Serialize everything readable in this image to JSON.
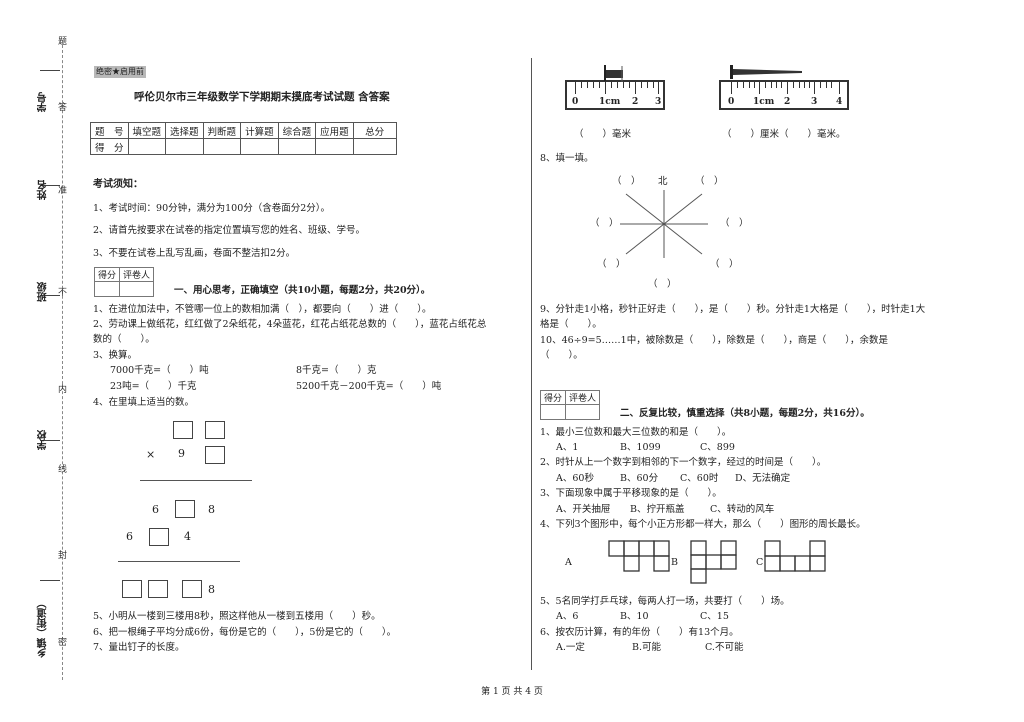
{
  "margin": {
    "labels": [
      "学号",
      "姓名",
      "班级",
      "学校",
      "乡镇（街道）"
    ],
    "seal_chars": [
      "题",
      "答",
      "准",
      "不",
      "内",
      "线",
      "封",
      "密"
    ]
  },
  "header": {
    "secret": "绝密★启用前",
    "title": "呼伦贝尔市三年级数学下学期期末摸底考试试题 含答案"
  },
  "score_table": {
    "row1": [
      "题　号",
      "填空题",
      "选择题",
      "判断题",
      "计算题",
      "综合题",
      "应用题",
      "总分"
    ],
    "row2": [
      "得　分",
      "",
      "",
      "",
      "",
      "",
      "",
      ""
    ]
  },
  "notes": {
    "title": "考试须知：",
    "items": [
      "1、考试时间：90分钟，满分为100分（含卷面分2分）。",
      "2、请首先按要求在试卷的指定位置填写您的姓名、班级、学号。",
      "3、不要在试卷上乱写乱画，卷面不整洁扣2分。"
    ]
  },
  "grader": {
    "score": "得分",
    "reviewer": "评卷人"
  },
  "section1": {
    "title": "一、用心思考，正确填空（共10小题，每题2分，共20分）。",
    "q1": "1、在进位加法中，不管哪一位上的数相加满（　），都要向（　　）进（　　）。",
    "q2a": "2、劳动课上做纸花，红红做了2朵纸花，4朵蓝花，红花占纸花总数的（　　），蓝花占纸花总",
    "q2b": "数的（　　）。",
    "q3": "3、换算。",
    "q3a": "7000千克=（　　）吨",
    "q3b": "8千克=（　　）克",
    "q3c": "23吨=（　　）千克",
    "q3d": "5200千克－200千克=（　　）吨",
    "q4": "4、在里填上适当的数。",
    "mult": {
      "sign": "×",
      "nine": "9",
      "six1": "6",
      "eight1": "8",
      "six2": "6",
      "four": "4",
      "eight2": "8"
    },
    "q5": "5、小明从一楼到三楼用8秒，照这样他从一楼到五楼用（　　）秒。",
    "q6": "6、把一根绳子平均分成6份，每份是它的（　　），5份是它的（　　）。",
    "q7": "7、量出钉子的长度。"
  },
  "rulers": {
    "labels1": [
      "0",
      "1cm",
      "2",
      "3"
    ],
    "labels2": [
      "0",
      "1cm",
      "2",
      "3",
      "4"
    ],
    "answer1": "（　　）毫米",
    "answer2": "（　　）厘米（　　）毫米。"
  },
  "right": {
    "q8": "8、填一填。",
    "compass": {
      "north": "北",
      "paren": "（　）"
    },
    "q9a": "9、分针走1小格，秒针正好走（　　），是（　　）秒。分针走1大格是（　　），时针走1大",
    "q9b": "格是（　　）。",
    "q10": "10、46÷9=5……1中，被除数是（　　），除数是（　　），商是（　　），余数是",
    "q10b": "（　　）。",
    "section2": "二、反复比较，慎重选择（共8小题，每题2分，共16分）。",
    "s1": "1、最小三位数和最大三位数的和是（　　）。",
    "s1o": [
      "A、1",
      "B、1099",
      "C、899"
    ],
    "s2": "2、时针从上一个数字到相邻的下一个数字，经过的时间是（　　）。",
    "s2o": [
      "A、60秒",
      "B、60分",
      "C、60时",
      "D、无法确定"
    ],
    "s3": "3、下面现象中属于平移现象的是（　　）。",
    "s3o": [
      "A、开关抽屉",
      "B、拧开瓶盖",
      "C、转动的风车"
    ],
    "s4": "4、下列3个图形中，每个小正方形都一样大，那么（　　）图形的周长最长。",
    "s4o": [
      "A",
      "B",
      "C"
    ],
    "s5": "5、5名同学打乒乓球，每两人打一场，共要打（　　）场。",
    "s5o": [
      "A、6",
      "B、10",
      "C、15"
    ],
    "s6": "6、按农历计算，有的年份（　　）有13个月。",
    "s6o": [
      "A.一定",
      "B.可能",
      "C.不可能"
    ]
  },
  "footer": "第 1 页 共 4 页"
}
